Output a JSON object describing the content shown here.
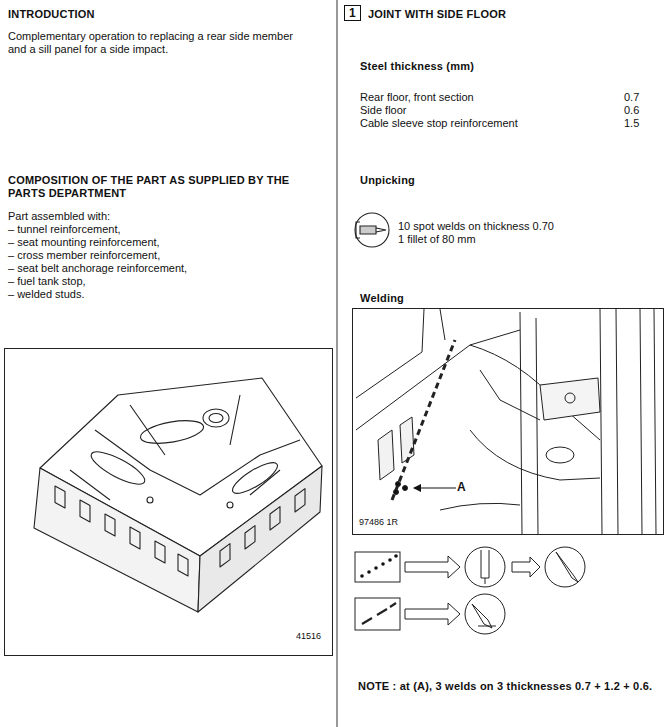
{
  "diagram": {
    "nodes": [
      {
        "text": [
          "41516"
        ]
      },
      {
        "text": [
          "1"
        ]
      },
      {
        "text": [
          "A",
          "97486 1R"
        ]
      }
    ],
    "labels": [
      "INTRODUCTION",
      "Complementary operation to replacing a rear side member and a sill panel for a side impact.",
      "COMPOSITION OF THE PART AS SUPPLIED BY THE PARTS DEPARTMENT",
      "Part assembled with:",
      "– tunnel reinforcement,",
      "– seat mounting reinforcement,",
      "– cross member reinforcement,",
      "– seat belt anchorage reinforcement,",
      "– fuel tank stop,",
      "– welded studs.",
      "JOINT WITH SIDE FLOOR",
      "Steel thickness (mm)",
      "Rear floor, front section",
      "0.7",
      "Side floor",
      "0.6",
      "Cable sleeve stop reinforcement",
      "1.5",
      "Unpicking",
      "10 spot welds on thickness 0.70",
      "1 fillet of 80 mm",
      "Welding",
      "NOTE : at (A), 3 welds on 3 thicknesses 0.7 + 1.2 + 0.6."
    ]
  }
}
